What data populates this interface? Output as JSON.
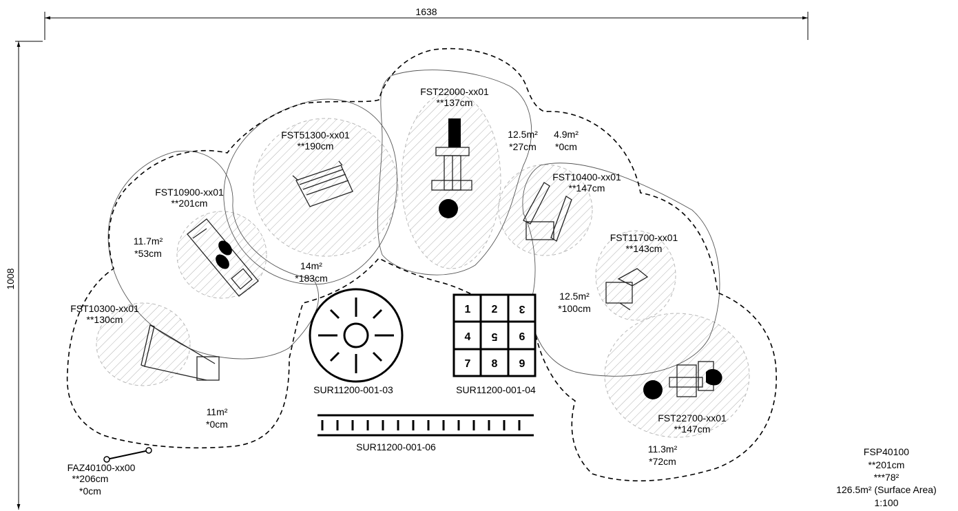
{
  "dimensions": {
    "width_label": "1638",
    "height_label": "1008"
  },
  "equipment": {
    "fst22000": {
      "code": "FST22000-xx01",
      "height": "**137cm"
    },
    "fst51300": {
      "code": "FST51300-xx01",
      "height": "**190cm"
    },
    "fst10900": {
      "code": "FST10900-xx01",
      "height": "**201cm"
    },
    "fst10400": {
      "code": "FST10400-xx01",
      "height": "**147cm"
    },
    "fst11700": {
      "code": "FST11700-xx01",
      "height": "**143cm"
    },
    "fst10300": {
      "code": "FST10300-xx01",
      "height": "**130cm"
    },
    "fst22700": {
      "code": "FST22700-xx01",
      "height": "**147cm"
    },
    "faz40100": {
      "code": "FAZ40100-xx00",
      "height": "**206cm",
      "fall": "*0cm"
    }
  },
  "areas": [
    {
      "area": "11.7m²",
      "fall": "*53cm"
    },
    {
      "area": "14m²",
      "fall": "*183cm"
    },
    {
      "area": "12.5m²",
      "fall": "*27cm"
    },
    {
      "area": "4.9m²",
      "fall": "*0cm"
    },
    {
      "area": "12.5m²",
      "fall": "*100cm"
    },
    {
      "area": "11m²",
      "fall": "*0cm"
    },
    {
      "area": "11.3m²",
      "fall": "*72cm"
    }
  ],
  "surfaces": {
    "circle": "SUR11200-001-03",
    "grid": "SUR11200-001-04",
    "ladder": "SUR11200-001-06"
  },
  "hopscotch": [
    "1",
    "2",
    "3",
    "4",
    "5",
    "6",
    "7",
    "8",
    "9"
  ],
  "summary": {
    "code": "FSP40100",
    "height": "**201cm",
    "line3": "***78²",
    "surface": "126.5m² (Surface Area)",
    "scale": "1:100"
  }
}
